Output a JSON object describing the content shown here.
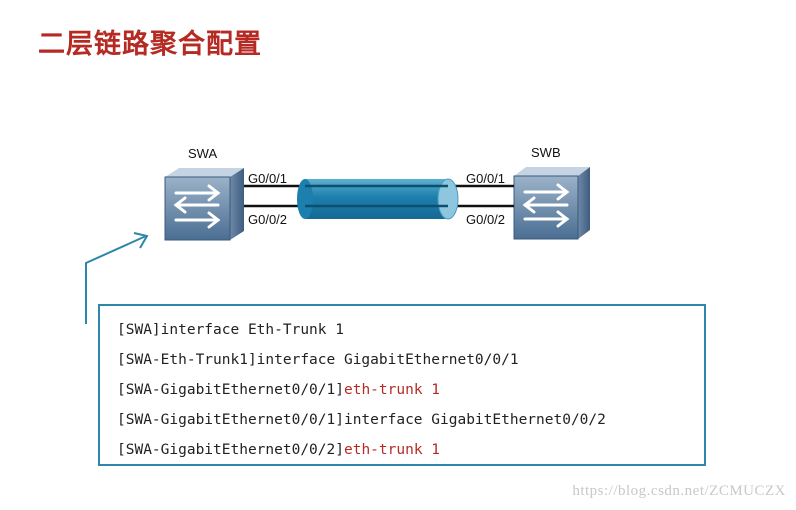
{
  "title": "二层链路聚合配置",
  "devices": {
    "left": {
      "name": "SWA",
      "port_top": "G0/0/1",
      "port_bottom": "G0/0/2"
    },
    "right": {
      "name": "SWB",
      "port_top": "G0/0/1",
      "port_bottom": "G0/0/2"
    }
  },
  "code": [
    {
      "prefix": "[SWA]interface Eth-Trunk 1",
      "suffix": ""
    },
    {
      "prefix": "[SWA-Eth-Trunk1]interface GigabitEthernet0/0/1",
      "suffix": ""
    },
    {
      "prefix": "[SWA-GigabitEthernet0/0/1]",
      "suffix": "eth-trunk 1"
    },
    {
      "prefix": "[SWA-GigabitEthernet0/0/1]interface GigabitEthernet0/0/2",
      "suffix": ""
    },
    {
      "prefix": "[SWA-GigabitEthernet0/0/2]",
      "suffix": "eth-trunk 1"
    }
  ],
  "watermark": "https://blog.csdn.net/ZCMUCZX",
  "colors": {
    "title": "#b52b24",
    "accent": "#2f86a9",
    "command_highlight": "#b52b24"
  },
  "icons": {
    "left_switch": "switch-icon",
    "right_switch": "switch-icon",
    "trunk": "eth-trunk-cylinder"
  }
}
